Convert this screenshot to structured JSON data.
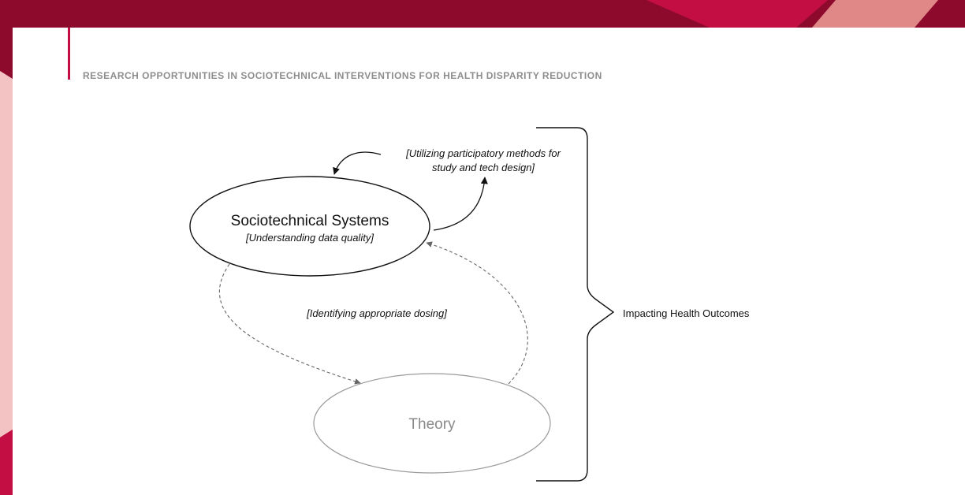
{
  "slide": {
    "title": "RESEARCH OPPORTUNITIES IN SOCIOTECHNICAL INTERVENTIONS FOR HEALTH DISPARITY REDUCTION"
  },
  "diagram": {
    "sociotechnical_node": {
      "title": "Sociotechnical Systems",
      "subtitle": "[Understanding data quality]"
    },
    "theory_node": {
      "title": "Theory"
    },
    "participatory_label": {
      "line1": "[Utilizing participatory methods for",
      "line2": "study and tech design]"
    },
    "dosing_label": "[Identifying appropriate dosing]",
    "outcomes_label": "Impacting Health Outcomes"
  },
  "colors": {
    "background_dark": "#8e0a2c",
    "background_accent": "#c20e43",
    "background_pink": "#f3c3c3",
    "title_text": "#8d8d8d",
    "node_stroke": "#111111",
    "theory_stroke": "#9a9a9a",
    "dashed_arrow": "#666666"
  }
}
